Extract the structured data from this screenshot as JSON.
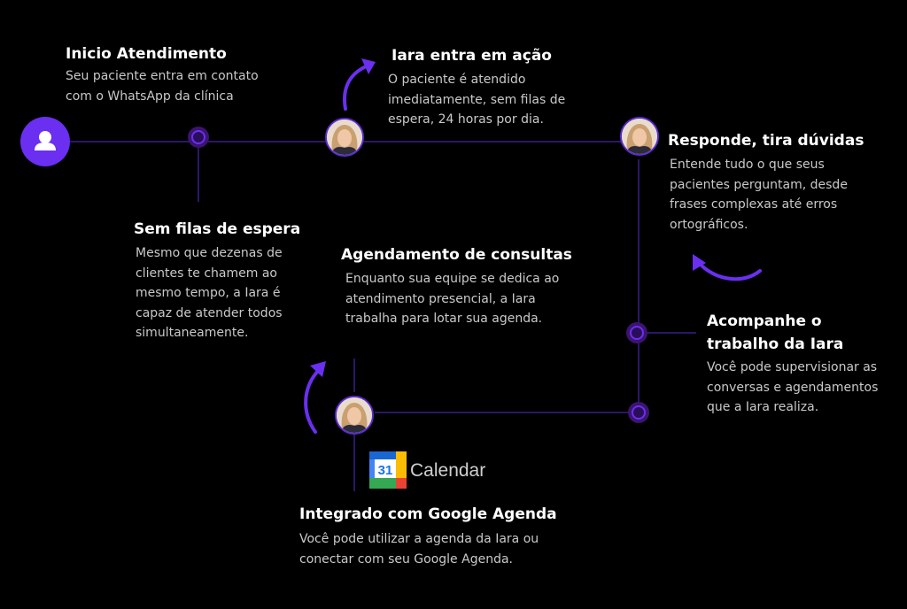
{
  "colors": {
    "background": "#000000",
    "line": "#3a1d8a",
    "accent": "#6a2ff0",
    "node": "#3b1470",
    "title": "#ffffff",
    "text": "#c9c9c9"
  },
  "icons": {
    "start": "user-icon",
    "avatar": "assistant-avatar",
    "arrow": "curved-arrow-icon",
    "calendar": "google-calendar-icon"
  },
  "steps": {
    "inicio": {
      "title": "Inicio Atendimento",
      "desc": "Seu paciente entra em contato com o WhatsApp da clínica"
    },
    "iara_acao": {
      "title": "Iara entra em ação",
      "desc": "O paciente é atendido imediatamente, sem filas de espera, 24 horas por dia."
    },
    "responde": {
      "title": "Responde, tira dúvidas",
      "desc": "Entende tudo o que seus pacientes perguntam, desde frases complexas até erros ortográficos."
    },
    "sem_filas": {
      "title": "Sem filas  de espera",
      "desc": "Mesmo que dezenas de clientes te chamem ao mesmo tempo, a Iara é capaz de atender todos simultaneamente."
    },
    "agendamento": {
      "title": "Agendamento de consultas",
      "desc": "Enquanto sua equipe se dedica ao atendimento presencial, a Iara trabalha para lotar sua agenda."
    },
    "acompanhe": {
      "title": "Acompanhe o trabalho da Iara",
      "desc": "Você pode supervisionar as conversas e agendamentos que a Iara realiza."
    },
    "integrado": {
      "title": "Integrado com Google Agenda",
      "desc": "Você pode utilizar a agenda da Iara ou conectar com seu Google Agenda."
    }
  },
  "calendar": {
    "day": "31",
    "label": "Calendar"
  }
}
